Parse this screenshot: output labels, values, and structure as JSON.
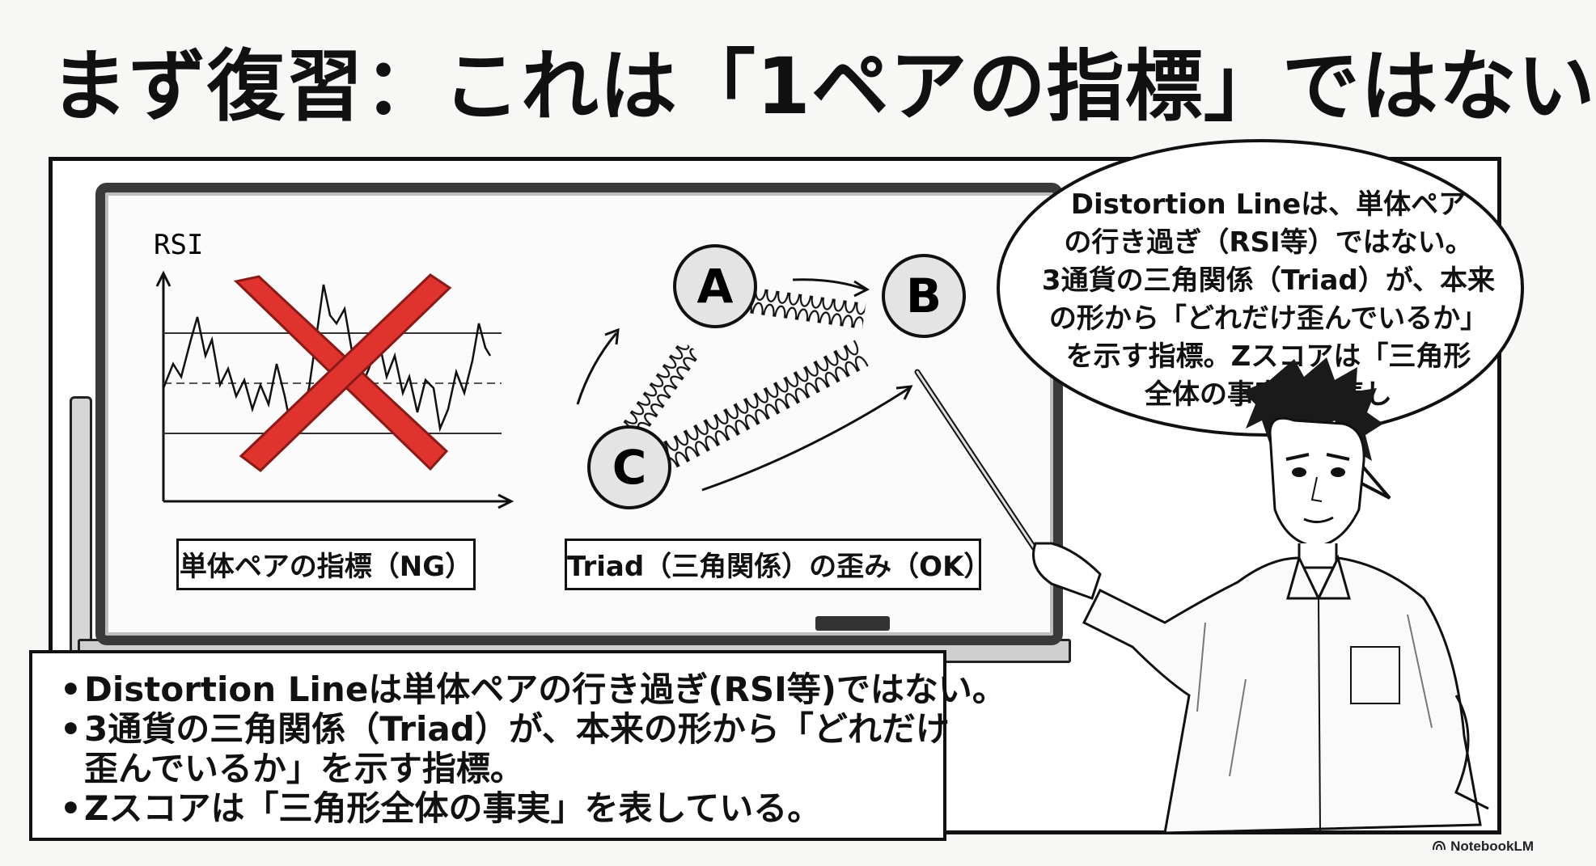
{
  "title": "まず復習：これは「1ペアの指標」ではない",
  "whiteboard": {
    "rsi_label": "RSI",
    "left_caption": "単体ペアの指標（NG）",
    "right_caption": "Triad（三角関係）の歪み（OK）",
    "nodes": [
      "A",
      "B",
      "C"
    ]
  },
  "speech_bubble": {
    "lines": [
      "Distortion Lineは、単体ペア",
      "の行き過ぎ（RSI等）ではない。",
      "3通貨の三角関係（Triad）が、本来",
      "の形から「どれだけ歪んでいるか」",
      "を示す指標。Zスコアは「三角形",
      "全体の事実」を表し"
    ]
  },
  "bullets": [
    {
      "lines": [
        "Distortion Lineは単体ペアの行き過ぎ(RSI等)ではない。"
      ]
    },
    {
      "lines": [
        "3通貨の三角関係（Triad）が、本来の形から「どれだけ",
        "歪んでいるか」を示す指標。"
      ]
    },
    {
      "lines": [
        "Zスコアは「三角形全体の事実」を表している。"
      ]
    }
  ],
  "bullet_symbol": "•",
  "footer": {
    "brand": "NotebookLM",
    "icon": "notebooklm-logo-icon"
  },
  "colors": {
    "cross": "#e0332e",
    "ink": "#111111",
    "background": "#f7f7f5"
  }
}
